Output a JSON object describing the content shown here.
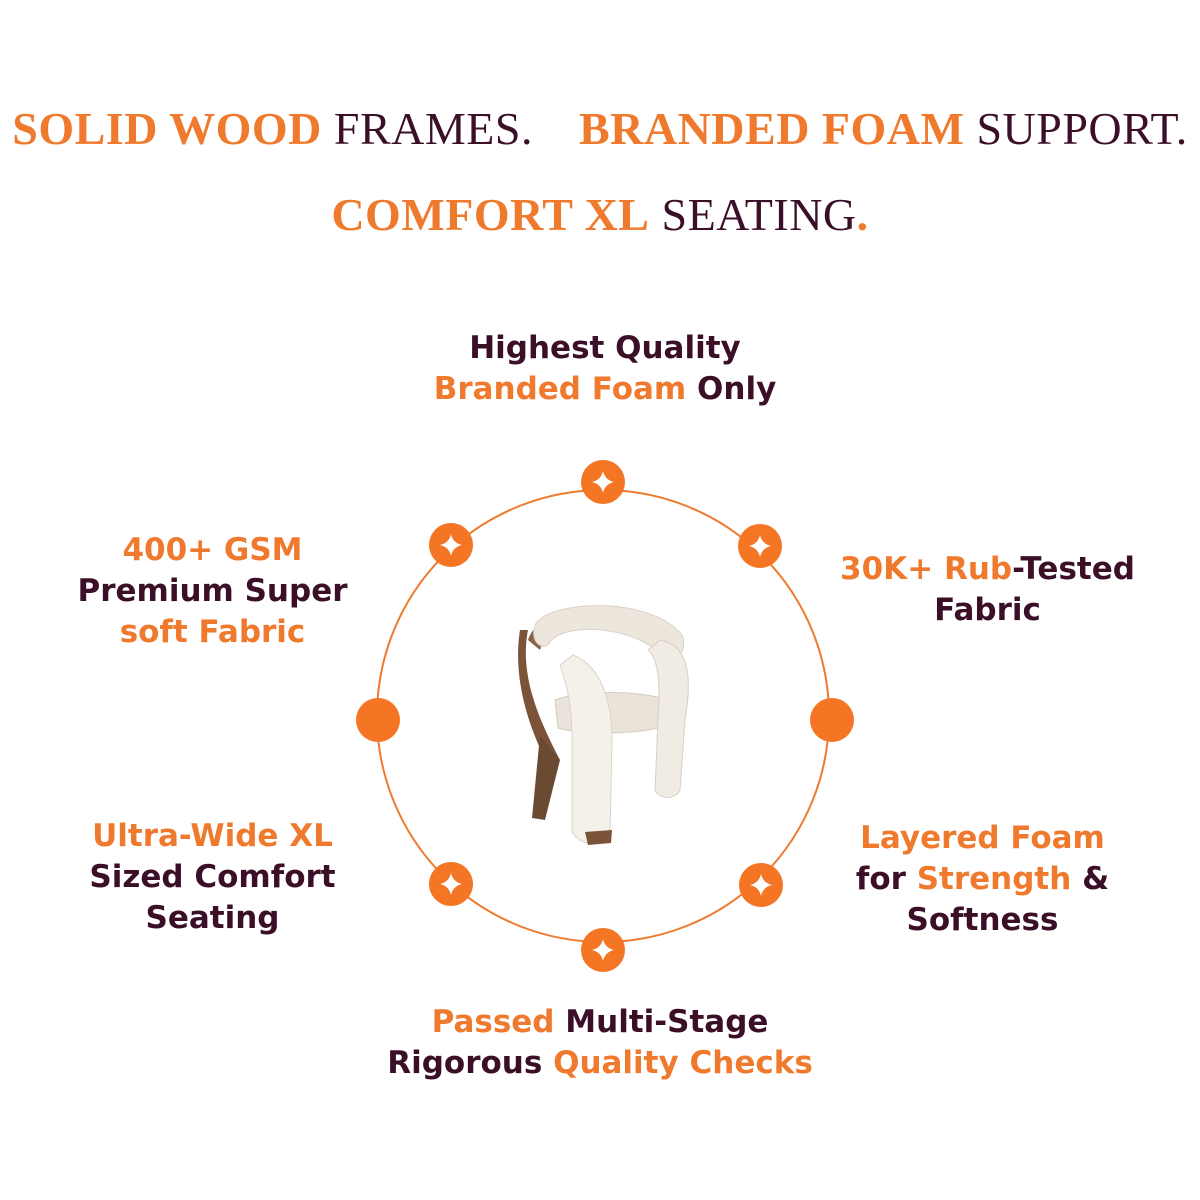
{
  "headline": {
    "line1": {
      "a_accent": "SOLID WOOD",
      "a_rest": "FRAMES.",
      "b_accent": "BRANDED FOAM",
      "b_rest": "SUPPORT."
    },
    "line2": {
      "accent": "COMFORT XL",
      "rest": "SEATING",
      "dot": "."
    }
  },
  "features": {
    "top": {
      "l1": "Highest Quality",
      "l2_accent": "Branded Foam",
      "l2_rest": "Only"
    },
    "left": {
      "l1": "400+ GSM",
      "l2": "Premium Super",
      "l3": "soft Fabric"
    },
    "right": {
      "l1_accent": "30K+ Rub",
      "l1_rest": "-Tested",
      "l2": "Fabric"
    },
    "lower_left": {
      "l1": "Ultra-Wide XL",
      "l2": "Sized Comfort",
      "l3": "Seating"
    },
    "lower_right": {
      "l1": "Layered Foam",
      "l2_a": "for",
      "l2_accent": "Strength",
      "l2_c": "&",
      "l3": "Softness"
    },
    "bottom": {
      "l1_accent": "Passed",
      "l1_rest": "Multi-Stage",
      "l2_a": "Rigorous",
      "l2_accent": "Quality Checks"
    }
  },
  "colors": {
    "accent": "#ef7a2e",
    "dark": "#3a0f27",
    "background": "#ffffff"
  },
  "icons": {
    "ring_marker": "sparkle-icon",
    "side_marker": "dot-icon",
    "product": "chair-image"
  }
}
